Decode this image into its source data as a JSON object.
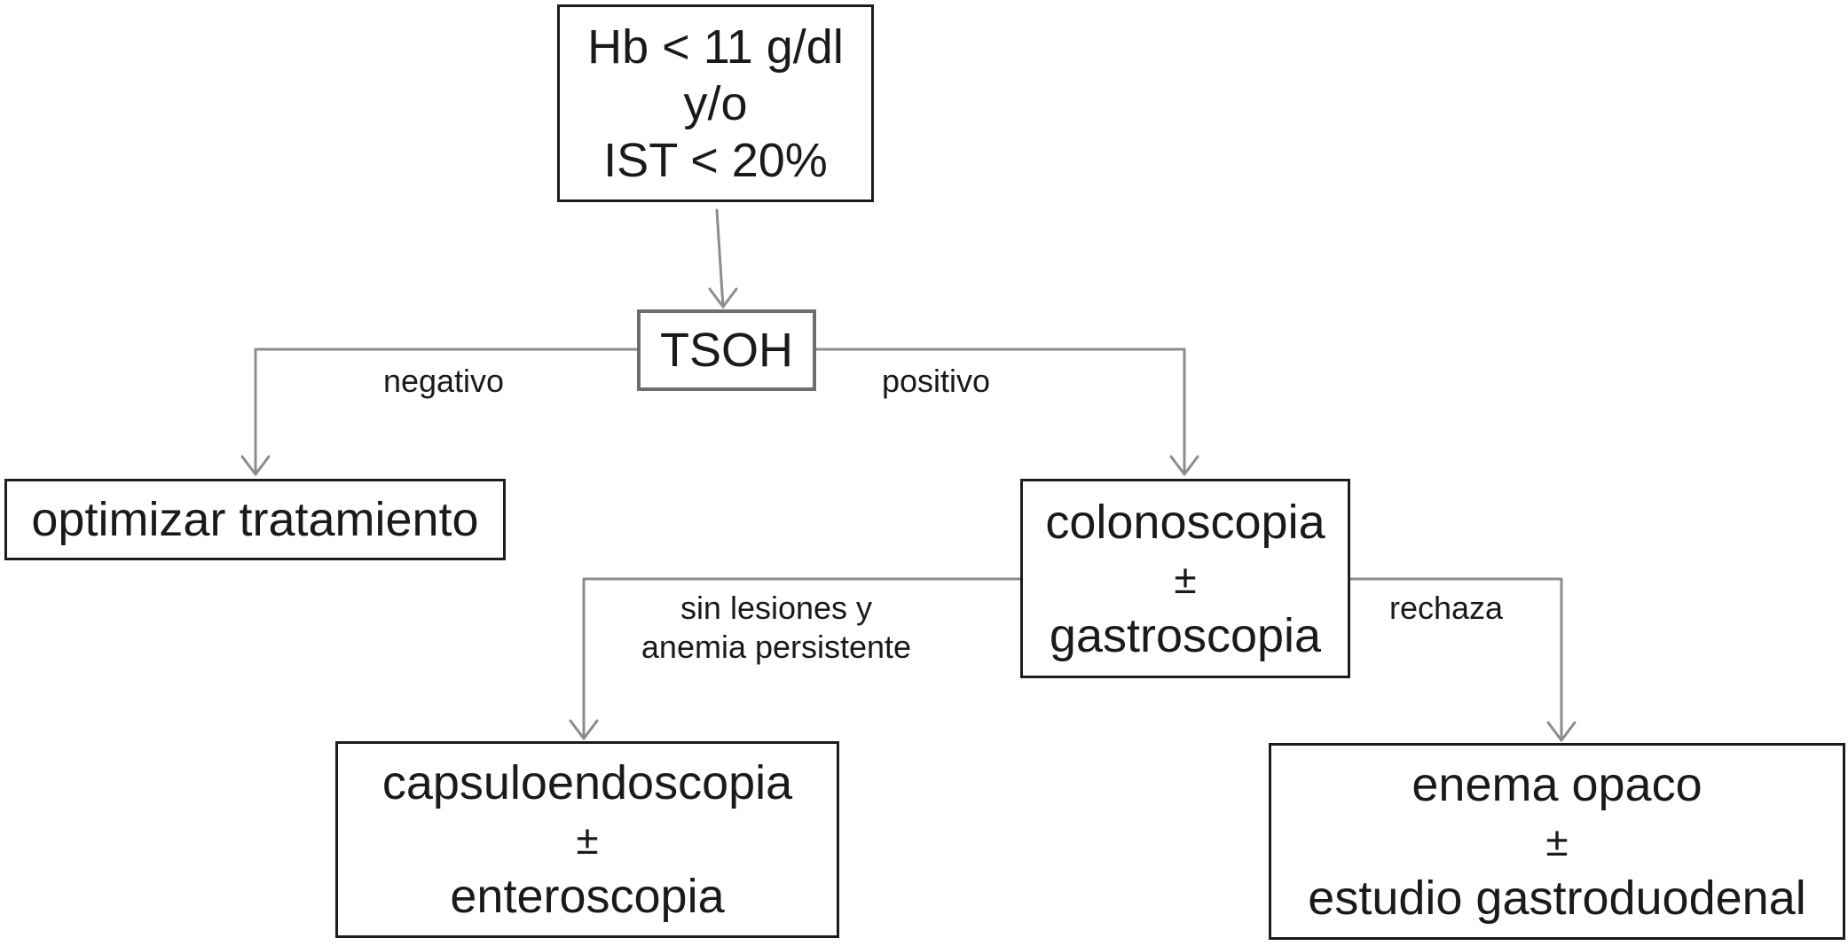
{
  "colors": {
    "connector": "#8c8c8c",
    "box_border": "#1c1c1c",
    "tsoh_border": "#6e6e6e",
    "text": "#1a1a1a"
  },
  "nodes": {
    "start": {
      "lines": [
        "Hb < 11 g/dl",
        "y/o",
        "IST < 20%"
      ]
    },
    "tsoh": {
      "text": "TSOH"
    },
    "optimize": {
      "text": "optimizar tratamiento"
    },
    "colonoscopy": {
      "lines": [
        "colonoscopia",
        "±",
        "gastroscopia"
      ]
    },
    "capsule": {
      "lines": [
        "capsuloendoscopia",
        "±",
        "enteroscopia"
      ]
    },
    "enema": {
      "lines": [
        "enema opaco",
        "±",
        "estudio gastroduodenal"
      ]
    }
  },
  "edges": {
    "negative": "negativo",
    "positive": "positivo",
    "no_lesions": [
      "sin lesiones y",
      "anemia persistente"
    ],
    "refuses": "rechaza"
  }
}
